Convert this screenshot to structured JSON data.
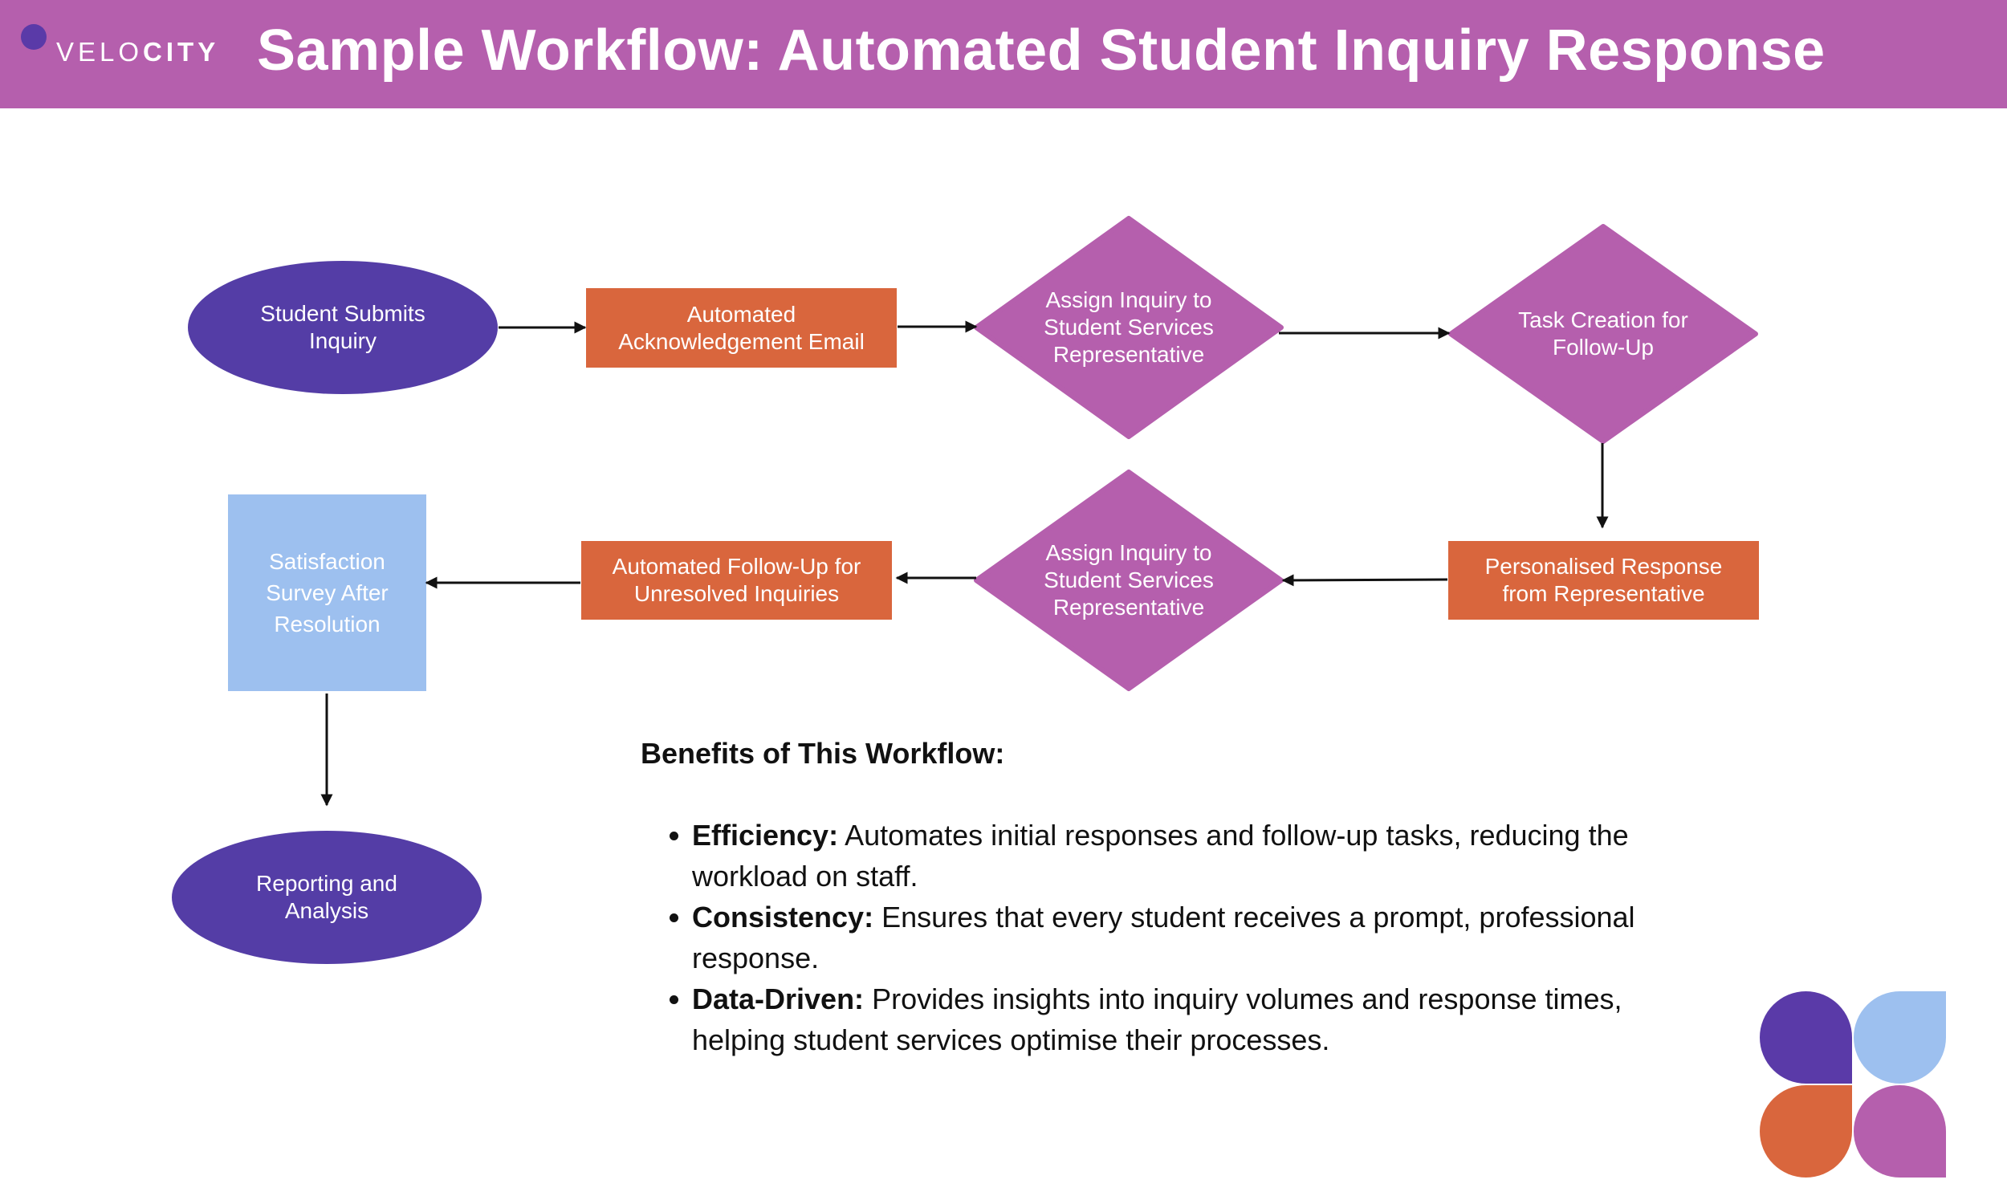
{
  "header": {
    "logo_light": "VELO",
    "logo_bold": "CITY",
    "title": "Sample Workflow: Automated Student Inquiry Response"
  },
  "colors": {
    "header_bg": "#b55fad",
    "start_end_ellipse": "#543da6",
    "automated_step": "#d9663d",
    "decision_diamond": "#b55fad",
    "survey_box": "#9dc0ef",
    "arrow": "#111111"
  },
  "flow": {
    "nodes": [
      {
        "id": "student-submits",
        "shape": "ellipse",
        "lines": [
          "Student Submits",
          "Inquiry"
        ]
      },
      {
        "id": "ack-email",
        "shape": "rectangle",
        "lines": [
          "Automated",
          "Acknowledgement Email"
        ]
      },
      {
        "id": "assign-1",
        "shape": "diamond",
        "lines": [
          "Assign Inquiry to",
          "Student Services",
          "Representative"
        ]
      },
      {
        "id": "task-creation",
        "shape": "diamond",
        "lines": [
          "Task Creation for",
          "Follow-Up"
        ]
      },
      {
        "id": "personalised",
        "shape": "rectangle",
        "lines": [
          "Personalised Response",
          "from Representative"
        ]
      },
      {
        "id": "assign-2",
        "shape": "diamond",
        "lines": [
          "Assign Inquiry to",
          "Student Services",
          "Representative"
        ]
      },
      {
        "id": "auto-followup",
        "shape": "rectangle",
        "lines": [
          "Automated Follow-Up for",
          "Unresolved Inquiries"
        ]
      },
      {
        "id": "survey",
        "shape": "rectangle",
        "lines": [
          "Satisfaction",
          "Survey After",
          "Resolution"
        ]
      },
      {
        "id": "reporting",
        "shape": "ellipse",
        "lines": [
          "Reporting and",
          "Analysis"
        ]
      }
    ],
    "edges": [
      [
        "student-submits",
        "ack-email"
      ],
      [
        "ack-email",
        "assign-1"
      ],
      [
        "assign-1",
        "task-creation"
      ],
      [
        "task-creation",
        "personalised"
      ],
      [
        "personalised",
        "assign-2"
      ],
      [
        "assign-2",
        "auto-followup"
      ],
      [
        "auto-followup",
        "survey"
      ],
      [
        "survey",
        "reporting"
      ]
    ]
  },
  "benefits": {
    "title": "Benefits of This Workflow:",
    "items": [
      {
        "term": "Efficiency:",
        "text": " Automates initial responses and follow-up tasks, reducing the workload on staff."
      },
      {
        "term": "Consistency:",
        "text": " Ensures that every student receives a prompt, professional response."
      },
      {
        "term": "Data-Driven:",
        "text": " Provides insights into inquiry volumes and response times, helping student services optimise their processes."
      }
    ]
  }
}
